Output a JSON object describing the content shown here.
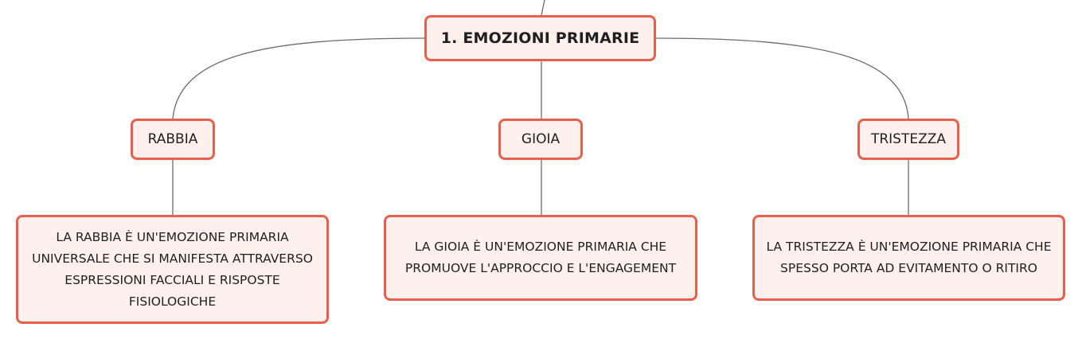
{
  "diagram": {
    "root": {
      "label": "1. EMOZIONI PRIMARIE"
    },
    "branches": [
      {
        "label": "RABBIA",
        "description": "LA RABBIA È UN'EMOZIONE PRIMARIA UNIVERSALE CHE SI MANIFESTA ATTRAVERSO ESPRESSIONI FACCIALI E RISPOSTE FISIOLOGICHE"
      },
      {
        "label": "GIOIA",
        "description": "LA GIOIA È UN'EMOZIONE PRIMARIA CHE PROMUOVE L'APPROCCIO E L'ENGAGEMENT"
      },
      {
        "label": "TRISTEZZA",
        "description": "LA TRISTEZZA È UN'EMOZIONE PRIMARIA CHE SPESSO PORTA AD EVITAMENTO O RITIRO"
      }
    ]
  },
  "colors": {
    "node_border": "#e8604c",
    "node_fill": "#fdf0ed",
    "connector": "#6b6b6b",
    "text": "#1f1f1f"
  }
}
